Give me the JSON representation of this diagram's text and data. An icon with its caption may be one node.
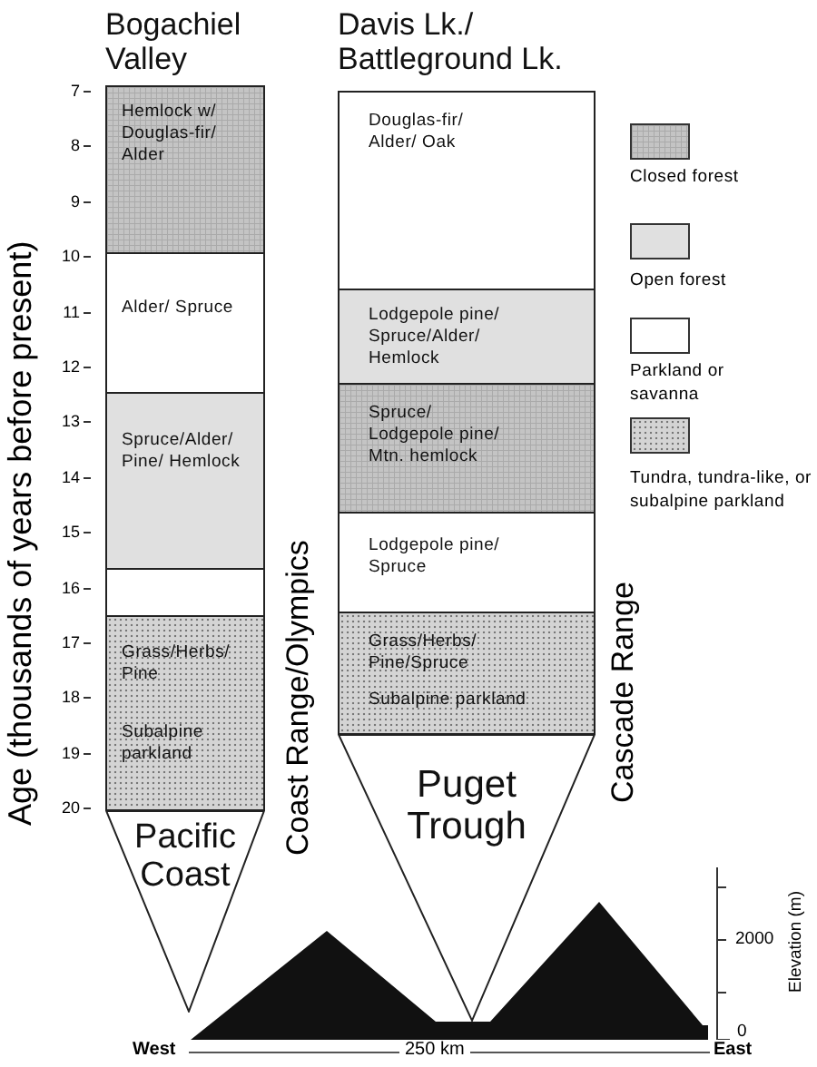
{
  "diagram": {
    "nodes": [
      {
        "text": [
          "Bogachiel Valley"
        ]
      },
      {
        "text": [
          "Hemlock w/ Douglas-fir/ Alder"
        ],
        "in": 0
      },
      {
        "text": [
          "Alder/ Spruce"
        ],
        "in": 0
      },
      {
        "text": [
          "Spruce/Alder/ Pine/ Hemlock"
        ],
        "in": 0
      },
      {
        "text": [],
        "shape": "box",
        "in": 0
      },
      {
        "text": [
          "Grass/Herbs/ Pine",
          "Subalpine parkland"
        ],
        "in": 0
      },
      {
        "text": [
          "Pacific Coast"
        ]
      },
      {
        "text": [
          "Davis Lk./ Battleground Lk."
        ]
      },
      {
        "text": [
          "Douglas-fir/ Alder/ Oak"
        ],
        "in": 7
      },
      {
        "text": [
          "Lodgepole pine/ Spruce/Alder/ Hemlock"
        ],
        "in": 7
      },
      {
        "text": [
          "Spruce/ Lodgepole pine/ Mtn. hemlock"
        ],
        "in": 7
      },
      {
        "text": [
          "Lodgepole pine/ Spruce"
        ],
        "in": 7
      },
      {
        "text": [
          "Grass/Herbs/ Pine/Spruce",
          "Subalpine parkland"
        ],
        "in": 7
      },
      {
        "text": [
          "Puget Trough"
        ]
      }
    ],
    "edges": [],
    "labels": [
      "Age (thousands of years before present)",
      "7",
      "8",
      "9",
      "10",
      "11",
      "12",
      "13",
      "14",
      "15",
      "16",
      "17",
      "18",
      "19",
      "20",
      "Coast Range/Olympics",
      "Cascade Range",
      "2000",
      "0",
      "Elevation (m)",
      "West",
      "250 km",
      "East"
    ],
    "legend": [
      {
        "text": "Closed forest",
        "color": "#c4c4c4"
      },
      {
        "text": "Open forest",
        "color": "#e0e0e0"
      },
      {
        "text": "Parkland or savanna",
        "color": "#ffffff"
      },
      {
        "text": "Tundra, tundra-like, or subalpine parkland",
        "color": "#d4d4d4"
      }
    ]
  }
}
